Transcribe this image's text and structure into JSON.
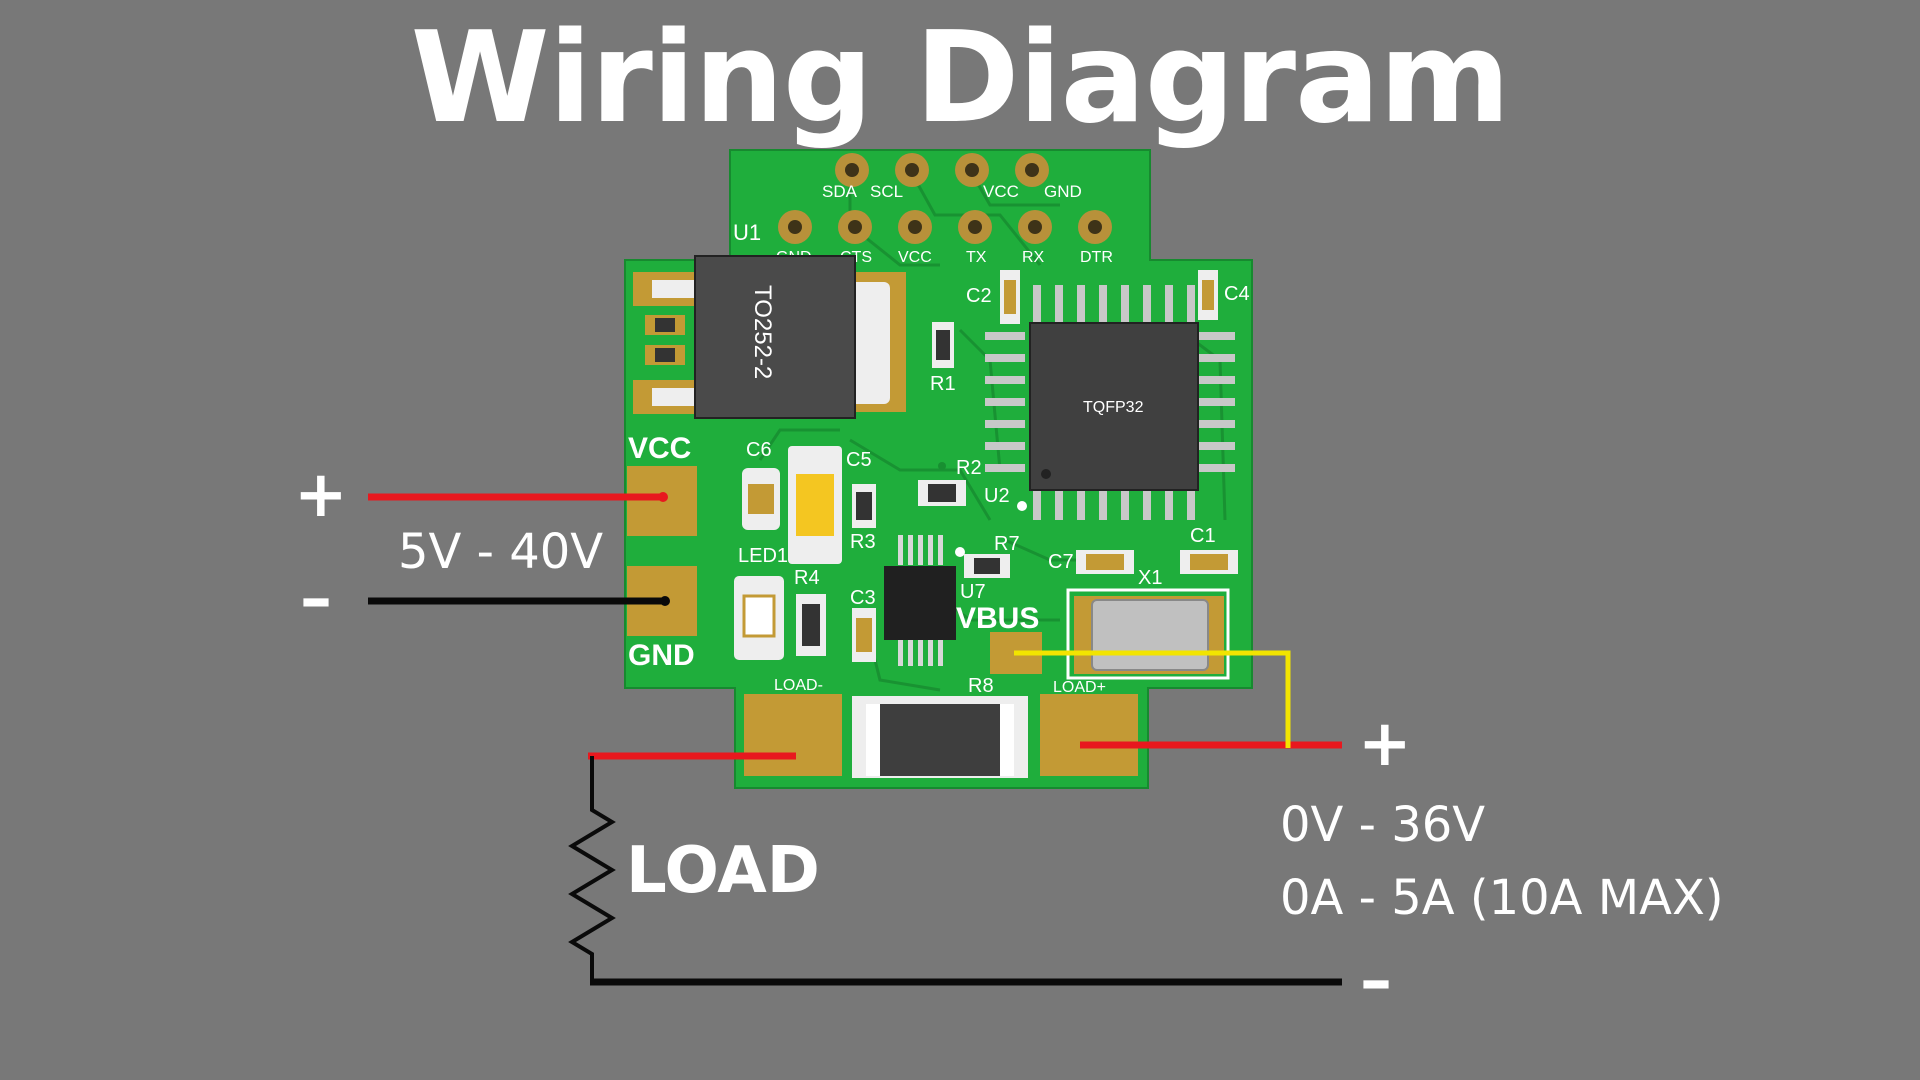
{
  "title": "Wiring Diagram",
  "supply": {
    "plus": "+",
    "minus": "–",
    "voltage": "5V - 40V"
  },
  "output": {
    "plus": "+",
    "minus": "–",
    "voltage": "0V - 36V",
    "current": "0A - 5A (10A MAX)"
  },
  "load_label": "LOAD",
  "pcb": {
    "pad_vcc": "VCC",
    "pad_gnd": "GND",
    "pad_vbus": "VBUS",
    "pad_load_minus": "LOAD-",
    "pad_load_plus": "LOAD+",
    "header_top": [
      "SDA",
      "SCL",
      "VCC",
      "GND"
    ],
    "header_u1_ref": "U1",
    "header_bottom": [
      "GND",
      "CTS",
      "VCC",
      "TX",
      "RX",
      "DTR"
    ],
    "regulator": "TO252-2",
    "mcu": "TQFP32",
    "refs": {
      "c2": "C2",
      "c4": "C4",
      "r1": "R1",
      "c6": "C6",
      "c5": "C5",
      "r2": "R2",
      "u2": "U2",
      "r3": "R3",
      "led1": "LED1",
      "r7": "R7",
      "c7": "C7",
      "c1": "C1",
      "r4": "R4",
      "c3": "C3",
      "u7": "U7",
      "x1": "X1",
      "r8": "R8"
    }
  },
  "colors": {
    "background": "#787878",
    "pcb": "#1fae3c",
    "pad": "#c39a35",
    "wire_positive": "#e8181e",
    "wire_negative": "#0a0a0a",
    "wire_signal": "#f2e400"
  }
}
